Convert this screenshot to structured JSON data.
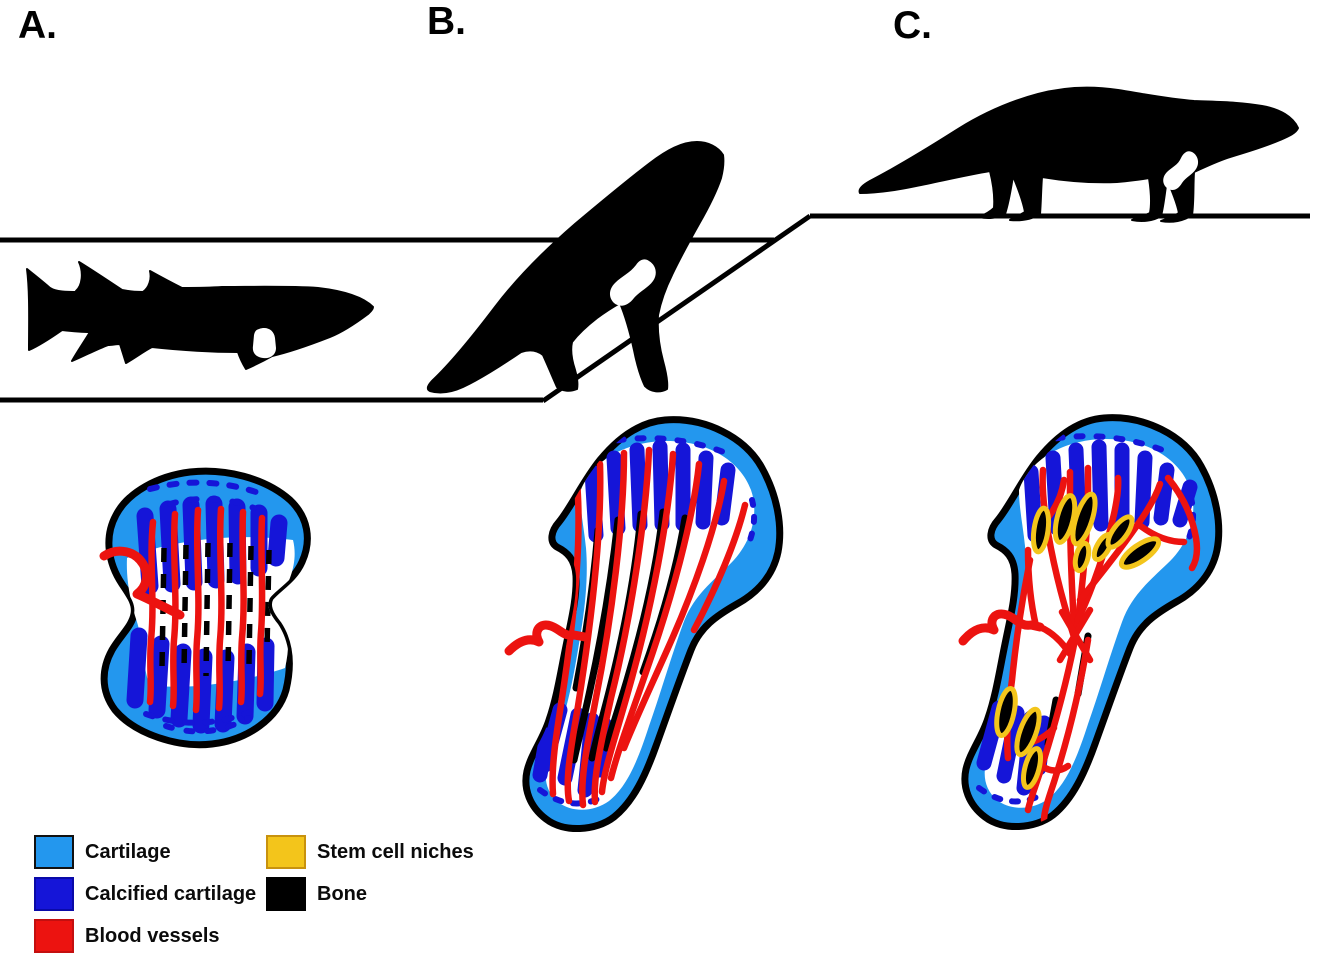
{
  "panels": [
    {
      "label": "A."
    },
    {
      "label": "B."
    },
    {
      "label": "C."
    }
  ],
  "legend": {
    "items": [
      {
        "label": "Cartilage",
        "color": "#2397EE",
        "border": "#111111"
      },
      {
        "label": "Calcified cartilage",
        "color": "#1515D8",
        "border": "#0A0AA8"
      },
      {
        "label": "Blood vessels",
        "color": "#EC1310",
        "border": "#C40F0F"
      },
      {
        "label": "Stem cell niches",
        "color": "#F3C51B",
        "border": "#C8920E"
      },
      {
        "label": "Bone",
        "color": "#000000",
        "border": "#000000"
      }
    ]
  },
  "colors": {
    "cartilage": "#2397EE",
    "calcified": "#1515D8",
    "vessel": "#EC1310",
    "niche": "#F3C51B",
    "bone": "#000000",
    "ink": "#000000",
    "background": "#FFFFFF"
  }
}
